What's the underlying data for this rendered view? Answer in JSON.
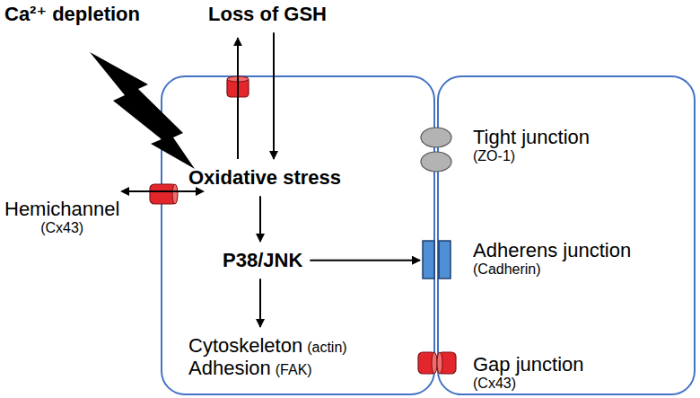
{
  "diagram": {
    "nodes": [
      {
        "text": [
          "Loss of GSH"
        ]
      },
      {
        "text": [
          "Oxidative stress"
        ]
      },
      {
        "text": [
          "P38/JNK"
        ]
      },
      {
        "text": [
          "Cytoskeleton",
          "(actin)",
          "Adhesion",
          "(FAK)"
        ]
      },
      {
        "text": [
          "Hemichannel",
          "(Cx43)"
        ]
      },
      {
        "text": [
          "Tight junction",
          "(ZO-1)"
        ]
      },
      {
        "text": [
          "Adherens junction",
          "(Cadherin)"
        ]
      },
      {
        "text": [
          "Gap junction",
          "(Cx43)"
        ]
      }
    ],
    "edges": [
      {
        "from": 0,
        "to": 1,
        "arrow": "to"
      },
      {
        "from": 1,
        "to": 0,
        "arrow": "to"
      },
      {
        "from": 1,
        "to": 2,
        "arrow": "to"
      },
      {
        "from": 2,
        "to": 3,
        "arrow": "to"
      },
      {
        "from": 2,
        "to": 6,
        "arrow": "to"
      }
    ],
    "labels": [
      "Ca²⁺ depletion"
    ]
  }
}
